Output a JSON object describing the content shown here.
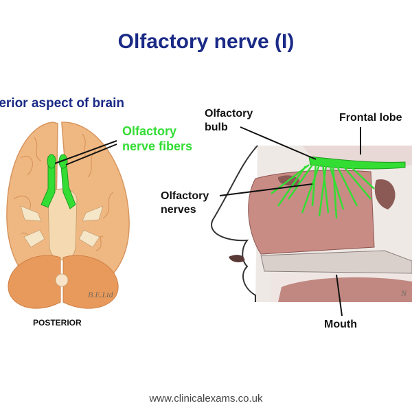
{
  "slide": {
    "title": "Olfactory nerve (I)",
    "footer": "www.clinicalexams.co.uk"
  },
  "left_panel": {
    "heading": "ferior aspect of brain",
    "label_fibers_line1": "Olfactory",
    "label_fibers_line2": "nerve fibers",
    "label_posterior": "POSTERIOR",
    "signature": "B.E.Ltd"
  },
  "right_panel": {
    "label_bulb_line1": "Olfactory",
    "label_bulb_line2": "bulb",
    "label_frontal": "Frontal lobe",
    "label_nerves_line1": "Olfactory",
    "label_nerves_line2": "nerves",
    "label_mouth": "Mouth",
    "signature": "N"
  },
  "colors": {
    "title": "#1a2a86",
    "nerve_green": "#33dd33",
    "brain": "#efb882",
    "cerebellum": "#e89a5c",
    "nasal_cavity": "#c98c85"
  }
}
